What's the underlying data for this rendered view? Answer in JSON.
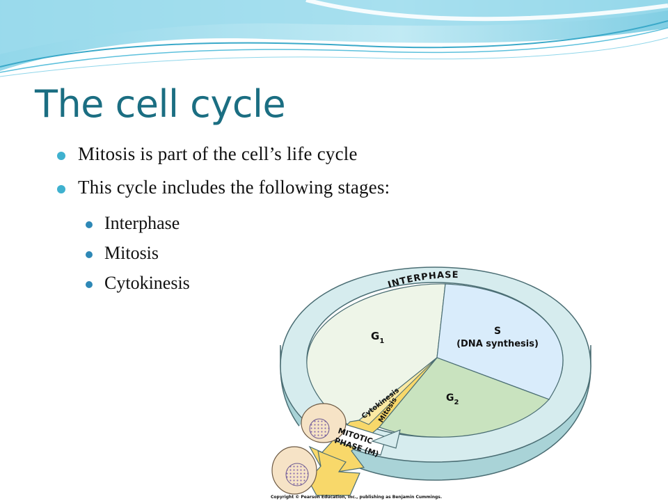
{
  "title": "The cell cycle",
  "bullets": [
    "Mitosis is part of the cell’s life cycle",
    "This cycle includes the following stages:"
  ],
  "sub_bullets": [
    "Interphase",
    "Mitosis",
    "Cytokinesis"
  ],
  "diagram": {
    "ring_label": "INTERPHASE",
    "g1": "G",
    "g1_sub": "1",
    "s": "S",
    "s_detail": "(DNA synthesis)",
    "g2": "G",
    "g2_sub": "2",
    "cytokinesis": "Cytokinesis",
    "mitosis": "Mitosis",
    "mitotic_line1": "MITOTIC",
    "mitotic_line2": "PHASE (M)",
    "copyright": "Copyright © Pearson Education, Inc., publishing as Benjamin Cummings.",
    "colors": {
      "ring": "#d6ecee",
      "g1": "#eef5e8",
      "s": "#d9ecfb",
      "g2": "#c9e3bf",
      "mitotic": "#f8d86a"
    }
  }
}
